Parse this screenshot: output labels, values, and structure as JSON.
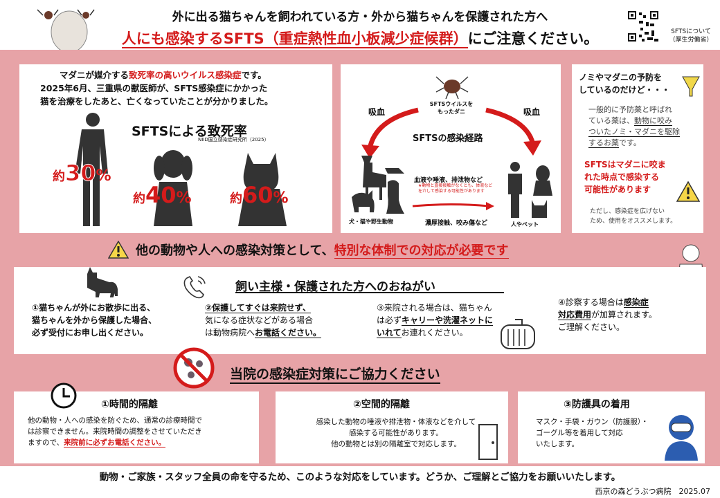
{
  "header": {
    "line1": "外に出る猫ちゃんを飼われている方・外から猫ちゃんを保護された方へ",
    "line2_red": "人にも感染するSFTS（重症熱性血小板減少症候群）",
    "line2_rest": "にご注意ください。",
    "qr_caption": "SFTSについて\n（厚生労働省）"
  },
  "panel1": {
    "intro_a": "マダニが媒介する",
    "intro_red": "致死率の高いウイルス感染症",
    "intro_b": "です。",
    "line2": "2025年6月、三重県の獣医師が、SFTS感染症にかかった",
    "line3": "猫を治療をしたあと、亡くなっていたことが分かりました。",
    "rate_title": "SFTSによる致死率",
    "source": "NIID国立感染症研究所（2025）",
    "rates": [
      {
        "prefix": "約",
        "value": "30",
        "unit": "%"
      },
      {
        "prefix": "約",
        "value": "40",
        "unit": "%"
      },
      {
        "prefix": "約",
        "value": "60",
        "unit": "%"
      }
    ]
  },
  "panel2": {
    "tick": "SFTSウイルスを\nもったダニ",
    "left_label": "吸血",
    "right_label": "吸血",
    "title": "SFTSの感染経路",
    "fluids": "血液や唾液、排泄物など",
    "fluids_note": "★動物と直接接触がなくとも、体液など\nを介して感染する可能性があります",
    "contact": "濃厚接触、咬み傷など",
    "animals": "犬・猫や野生動物",
    "people": "人やペット"
  },
  "panel3": {
    "title": "ノミやマダニの予防を\nしているのだけど・・・",
    "body_a": "一般的に予防薬と呼ばれ\nている薬は、",
    "body_ul": "動物に咬み\nついたノミ・マダニを駆除\nするお薬",
    "body_b": "です。",
    "warning": "SFTSはマダニに咬ま\nれた時点で感染する\n可能性があります",
    "note": "ただし、感染症を広げない\nため、使用をオススメします。"
  },
  "banner1": {
    "text_a": "他の動物や人への感染対策として、",
    "text_red": "特別な体制での対応が必要です"
  },
  "panel4": {
    "title": "飼い主様・保護された方へのおねがい",
    "item1": "①猫ちゃんが外にお散歩に出る、\n猫ちゃんを外から保護した場合、\n必ず受付にお申し出ください。",
    "item2_a": "②保護してすぐは来院せず、",
    "item2_b": "気になる症状などがある場合\nは動物病院へ",
    "item2_c": "お電話ください。",
    "item3_a": "③来院される場合は、猫ちゃん\nは必ず",
    "item3_b": "キャリーや洗濯ネットに\nいれて",
    "item3_c": "お連れください。",
    "item4_a": "④診察する場合は",
    "item4_b": "感染症\n対応費用",
    "item4_c": "が加算されます。\nご理解ください。"
  },
  "banner2": {
    "text": "当院の感染症対策にご協力ください"
  },
  "measures": [
    {
      "title": "①時間的隔離",
      "body": "他の動物・人への感染を防ぐため、通常の診療時間で\nは診察できません。来院時間の調整をさせていただき\nますので、",
      "body_red": "来院前に必ずお電話ください。"
    },
    {
      "title": "②空間的隔離",
      "body": "感染した動物の唾液や排泄物・体液などを介して\n感染する可能性があります。\n他の動物とは別の隔離室で対応します。"
    },
    {
      "title": "③防護具の着用",
      "body": "マスク・手袋・ガウン（防護服）・\nゴーグル等を着用して対応\nいたします。"
    }
  ],
  "footer": {
    "text": "動物・ご家族・スタッフ全員の命を守るため、このような対応をしています。どうか、ご理解とご協力をお願いいたします。",
    "clinic": "西京の森どうぶつ病院　2025.07"
  },
  "colors": {
    "accent": "#d41b1b",
    "pink": "#e7a3a7"
  }
}
